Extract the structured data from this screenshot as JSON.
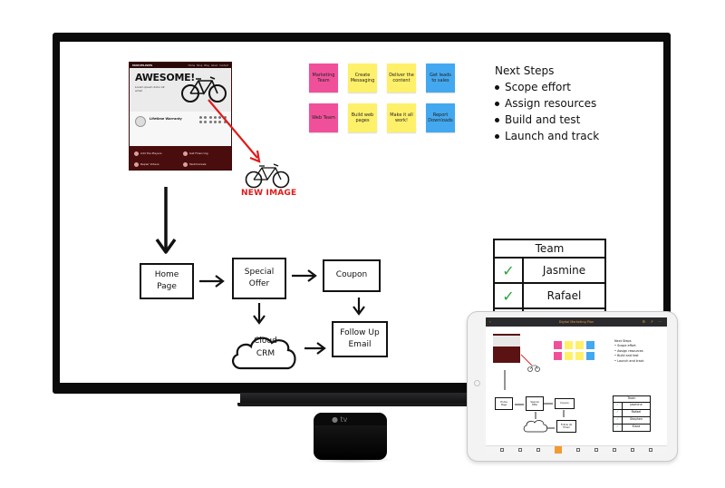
{
  "website": {
    "brand": "MARVELISMS",
    "nav": [
      "Home",
      "Shop",
      "Blog",
      "About",
      "Contact"
    ],
    "headline": "AWESOME!",
    "subtext": "Lorem ipsum dolor sit amet",
    "card_title": "Lifetime Warranty",
    "footer_items": [
      "Add the Players",
      "Get Financing",
      "Repair Videos",
      "Testimonials"
    ]
  },
  "new_image_label": "NEW IMAGE",
  "stickies": [
    {
      "label": "Marketing Team",
      "color": "#f0509a"
    },
    {
      "label": "Create Messaging",
      "color": "#fff06a"
    },
    {
      "label": "Deliver the content",
      "color": "#fff06a"
    },
    {
      "label": "Get leads to sales",
      "color": "#43a8ef"
    },
    {
      "label": "Web Team",
      "color": "#f0509a"
    },
    {
      "label": "Build web pages",
      "color": "#fff06a"
    },
    {
      "label": "Make it all work!",
      "color": "#fff06a"
    },
    {
      "label": "Report Downloads",
      "color": "#43a8ef"
    }
  ],
  "next_steps": {
    "title": "Next Steps",
    "items": [
      "Scope effort",
      "Assign resources",
      "Build and test",
      "Launch and track"
    ]
  },
  "flow": {
    "home": [
      "Home",
      "Page"
    ],
    "special": [
      "Special",
      "Offer"
    ],
    "coupon": "Coupon",
    "cloud": [
      "Cloud",
      "CRM"
    ],
    "followup": [
      "Follow Up",
      "Email"
    ]
  },
  "team": {
    "header": "Team",
    "members": [
      "Jasmine",
      "Rafael"
    ]
  },
  "apple_tv": {
    "logo": "tv"
  },
  "ipad": {
    "title": "Digital Marketing Plan",
    "back": "‹",
    "team_members": [
      "Jasmine",
      "Rafael",
      "Stephen",
      "Kiara"
    ]
  },
  "colors": {
    "accent_red": "#e01b1b",
    "check_green": "#24a63b",
    "ipad_accent": "#f29a2e"
  }
}
